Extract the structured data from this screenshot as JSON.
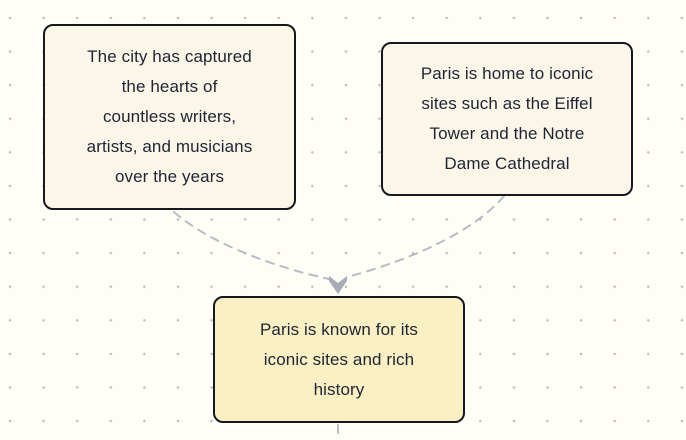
{
  "canvas": {
    "type": "mindmap-dot-grid-canvas"
  },
  "colors": {
    "canvas-bg": "#fffef6",
    "dot": "#bdbbb4",
    "node-fill": "#fbf6e8",
    "node-fill-accent": "#faf0c4",
    "node-border": "#17181f",
    "node-text": "#1e2433",
    "edge": "#b8bcc4",
    "arrow": "#a7acb7"
  },
  "nodes": [
    {
      "id": "node-city-hearts",
      "style": "default",
      "text": "The city has captured\nthe hearts of\ncountless writers,\nartists, and musicians\nover the years"
    },
    {
      "id": "node-iconic-sites",
      "style": "default",
      "text": "Paris is home to iconic\nsites such as the Eiffel\nTower and the Notre\nDame Cathedral"
    },
    {
      "id": "node-summary",
      "style": "highlight",
      "text": "Paris is known for its\niconic sites and rich\nhistory"
    }
  ],
  "connectors": {
    "style": "dashed",
    "edges": [
      {
        "from": "node-city-hearts",
        "to": "node-summary"
      },
      {
        "from": "node-iconic-sites",
        "to": "node-summary"
      },
      {
        "from": "node-summary",
        "to": "off-screen-below"
      }
    ]
  }
}
